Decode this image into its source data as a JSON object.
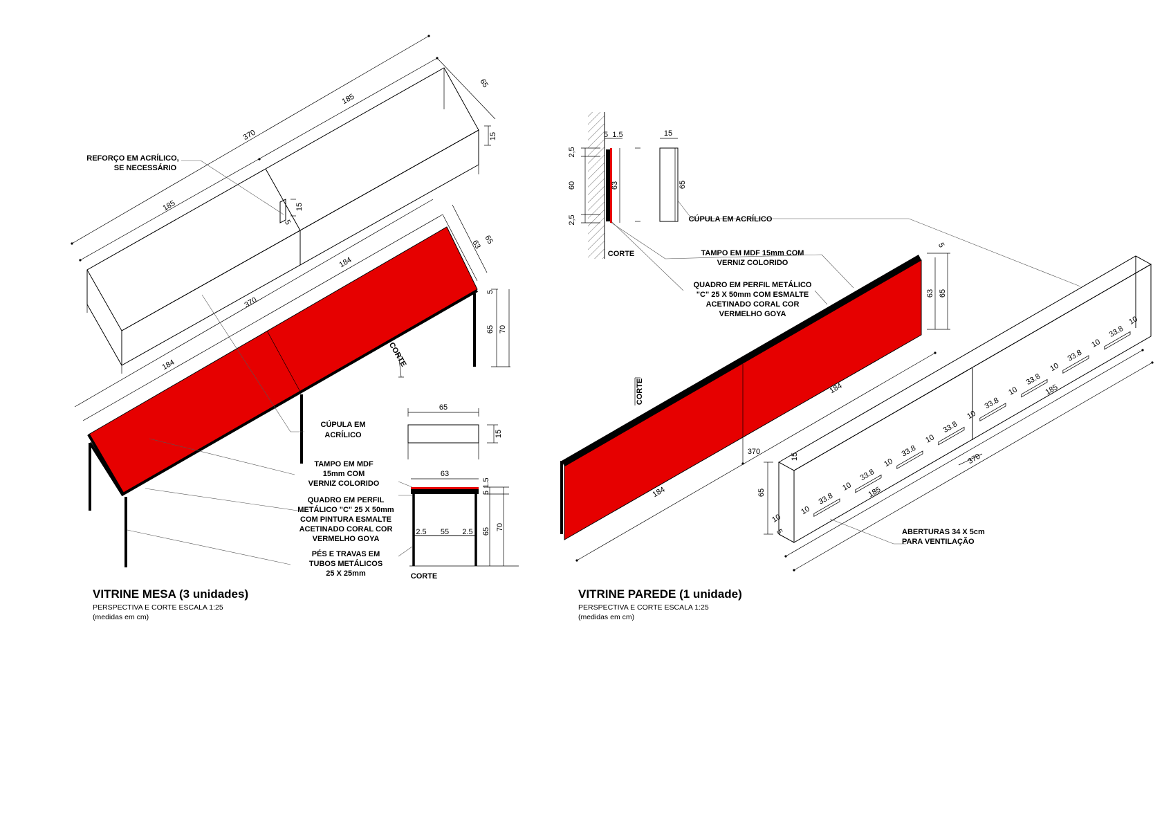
{
  "colors": {
    "accent_red": "#e60000",
    "line": "#000000",
    "leader": "#555555",
    "hatch": "#333333"
  },
  "mesa": {
    "title": "VITRINE MESA (3 unidades)",
    "subtitle": "PERSPECTIVA E CORTE ESCALA 1:25",
    "units": "(medidas em cm)",
    "notes": {
      "reforco": [
        "REFORÇO EM ACRÍLICO,",
        "SE NECESSÁRIO"
      ],
      "cupula": [
        "CÚPULA EM",
        "ACRÍLICO"
      ],
      "tampo": [
        "TAMPO EM MDF",
        "15mm COM",
        "VERNIZ COLORIDO"
      ],
      "quadro": [
        "QUADRO EM PERFIL",
        "METÁLICO \"C\" 25 X 50mm",
        "COM PINTURA ESMALTE",
        "ACETINADO CORAL COR",
        "VERMELHO GOYA"
      ],
      "pes": [
        "PÉS E TRAVAS EM",
        "TUBOS METÁLICOS",
        "25 X 25mm"
      ]
    },
    "corte_label": "CORTE",
    "section_label": "CORTE",
    "dims": {
      "dome_total": "370",
      "dome_half_a": "185",
      "dome_half_b": "185",
      "dome_depth": "65",
      "dome_height": "15",
      "reinf_h": "15",
      "reinf_w": "5",
      "top_total": "370",
      "top_half_a": "184",
      "top_half_b": "184",
      "top_depth_in": "63",
      "top_depth_out": "65",
      "leg_5": "5",
      "leg_65": "65",
      "leg_70": "70",
      "sec_dome_w": "65",
      "sec_dome_h": "15",
      "sec_top_w": "63",
      "sec_1_5": "1.5",
      "sec_5": "5",
      "sec_2_5a": "2.5",
      "sec_55": "55",
      "sec_2_5b": "2.5",
      "sec_65": "65",
      "sec_70": "70"
    }
  },
  "parede": {
    "title": "VITRINE PAREDE (1 unidade)",
    "subtitle": "PERSPECTIVA E CORTE ESCALA 1:25",
    "units": "(medidas em cm)",
    "notes": {
      "cupula": "CÚPULA EM ACRÍLICO",
      "tampo": [
        "TAMPO EM MDF 15mm COM",
        "VERNIZ COLORIDO"
      ],
      "quadro": [
        "QUADRO EM PERFIL METÁLICO",
        "\"C\" 25 X 50mm COM ESMALTE",
        "ACETINADO CORAL COR",
        "VERMELHO GOYA"
      ],
      "aberturas": [
        "ABERTURAS 34 X 5cm",
        "PARA VENTILAÇÃO"
      ]
    },
    "corte_label": "CORTE",
    "section_label": "CORTE",
    "dims": {
      "wall_5": "5",
      "wall_1_5": "1.5",
      "wall_2_5a": "2,5",
      "wall_60": "60",
      "wall_2_5b": "2,5",
      "wall_63": "63",
      "dome_sec_w": "15",
      "dome_sec_h": "65",
      "panel_total": "370",
      "panel_half_a": "184",
      "panel_half_b": "184",
      "panel_5": "5",
      "panel_63": "63",
      "panel_65": "65",
      "dome_total": "370",
      "dome_half_a": "185",
      "dome_half_b": "185",
      "dome_depth": "15",
      "dome_height": "65",
      "end_10": "10",
      "end_5": "5",
      "vent": [
        {
          "w": "33.8",
          "g": "10"
        },
        {
          "w": "33.8",
          "g": "10"
        },
        {
          "w": "33.8",
          "g": "10"
        },
        {
          "w": "33.8",
          "g": "10"
        },
        {
          "w": "33.8",
          "g": "10"
        },
        {
          "w": "33.8",
          "g": "10"
        },
        {
          "w": "33.8",
          "g": "10"
        },
        {
          "w": "33.8",
          "g": "10"
        }
      ]
    }
  }
}
